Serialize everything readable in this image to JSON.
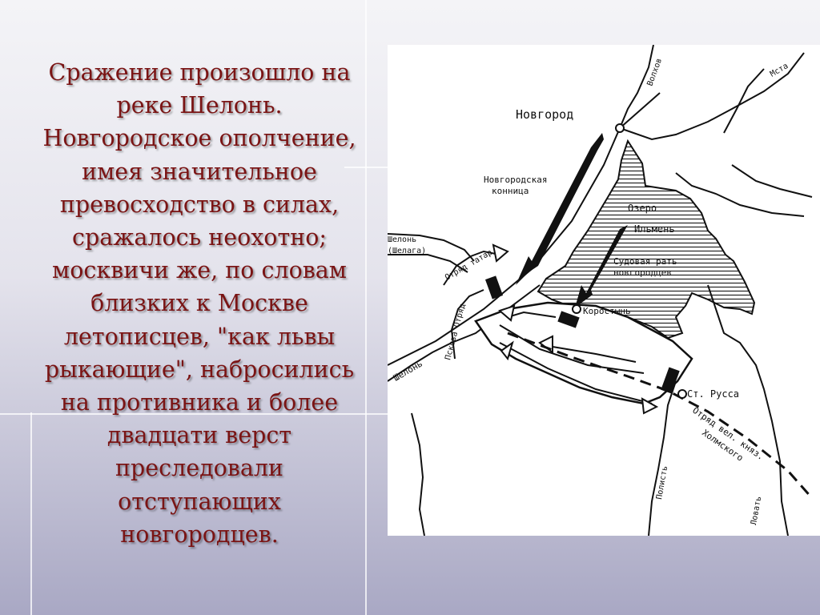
{
  "slide": {
    "text_lines": [
      "Сражение произошло на",
      "реке Шелонь.",
      "Новгородское ополчение,",
      "имея значительное",
      "превосходство в силах,",
      "сражалось неохотно;",
      "москвичи же, по словам",
      "близких к Москве",
      "летописцев, \"как львы",
      "рыкающие\", набросились",
      "на противника и более",
      "двадцати верст",
      "преследовали",
      "отступающих",
      "новгородцев."
    ]
  },
  "map": {
    "labels": {
      "novgorod": "Новгород",
      "cavalry_1": "Новгородская",
      "cavalry_2": "конница",
      "lake_1": "Озеро",
      "lake_2": "Ильмень",
      "army_1": "Судовая рать",
      "army_2": "новгородцев",
      "korostyn": "Коростынь",
      "staraya_russa": "Ст. Русса",
      "tatars": "Отряд татар",
      "pskov": "Пскова Отряд",
      "shelon": "Шелонь",
      "kholm_1": "Отряд вел. княз.",
      "kholm_2": "Холмского",
      "polist_1": "Полисть",
      "polist_2": "Ловать",
      "volkhov": "Волхов",
      "msta": "Мста",
      "shelon_left": "Шелонь",
      "shelon_left2": "(Шелага)"
    }
  }
}
